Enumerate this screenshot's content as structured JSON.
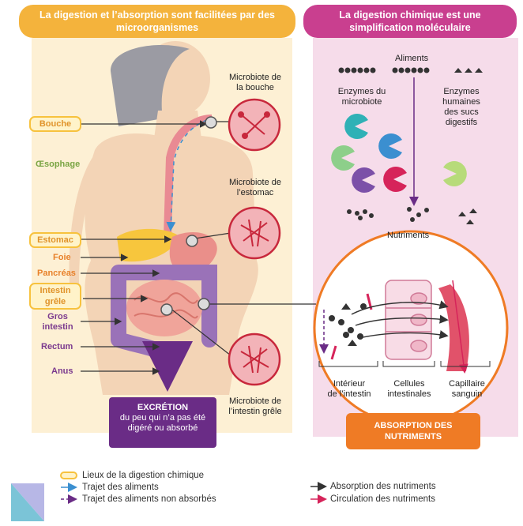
{
  "headers": {
    "left": "La digestion et l’absorption sont facilitées par des microorganismes",
    "right": "La digestion chimique est une simplification moléculaire"
  },
  "organs": {
    "bouche": "Bouche",
    "oesophage": "Œsophage",
    "estomac": "Estomac",
    "foie": "Foie",
    "pancreas": "Pancréas",
    "intestin_grele": "Intestin\ngrêle",
    "gros_intestin": "Gros\nintestin",
    "rectum": "Rectum",
    "anus": "Anus"
  },
  "microbiotes": {
    "bouche": "Microbiote de\nla bouche",
    "estomac": "Microbiote de\nl’estomac",
    "intestin": "Microbiote de\nl’intestin grêle"
  },
  "excretion": {
    "title": "EXCRÉTION",
    "text": "du peu qui n’a pas été\ndigéré ou absorbé"
  },
  "chemical": {
    "aliments": "Aliments",
    "enzymes_microbiote": "Enzymes du\nmicrobiote",
    "enzymes_humaines": "Enzymes\nhumaines\ndes sucs\ndigestifs",
    "nutriments": "Nutriments"
  },
  "absorption": {
    "interieur": "Intérieur\nde l’intestin",
    "cellules": "Cellules\nintestinales",
    "capillaire": "Capillaire\nsanguin",
    "button": "ABSORPTION DES\nNUTRIMENTS"
  },
  "legend": {
    "lieux": "Lieux de la digestion chimique",
    "trajet": "Trajet des aliments",
    "trajet_non": "Trajet des aliments non absorbés",
    "absorption": "Absorption des nutriments",
    "circulation": "Circulation des nutriments"
  },
  "colors": {
    "orange_header": "#f4b33c",
    "magenta_header": "#c93f8f",
    "left_panel": "#fdf0d4",
    "right_panel": "#f6dcea",
    "purple": "#6a2c86",
    "orange_button": "#ef7b25",
    "blue_arrow": "#3b8fd0",
    "red_arrow": "#d6245a"
  }
}
